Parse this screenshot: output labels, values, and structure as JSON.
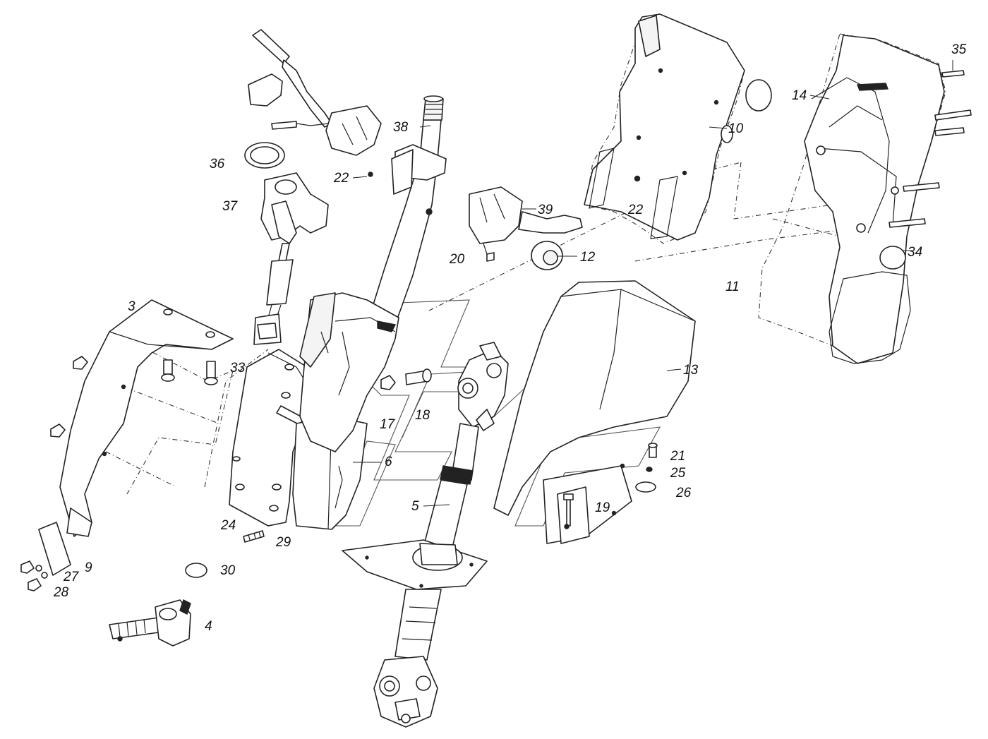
{
  "callouts": {
    "c3": "3",
    "c4": "4",
    "c5": "5",
    "c6": "6",
    "c9": "9",
    "c10": "10",
    "c11": "11",
    "c12": "12",
    "c13": "13",
    "c14": "14",
    "c17": "17",
    "c18": "18",
    "c19": "19",
    "c20": "20",
    "c21": "21",
    "c22a": "22",
    "c22b": "22",
    "c24": "24",
    "c25": "25",
    "c26": "26",
    "c27": "27",
    "c28": "28",
    "c29": "29",
    "c30": "30",
    "c33": "33",
    "c34": "34",
    "c35": "35",
    "c36": "36",
    "c37": "37",
    "c38": "38",
    "c39": "39"
  }
}
